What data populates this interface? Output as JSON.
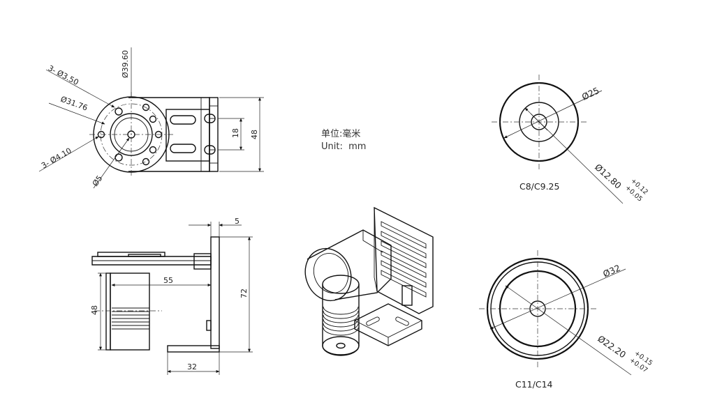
{
  "units_note": {
    "line1": "单位:毫米",
    "line2": "Unit:  mm"
  },
  "front_view": {
    "dims": {
      "hole_pattern_small": "3- Ø3.50",
      "outer_dia": "Ø39.60",
      "bolt_circle": "Ø31.76",
      "hole_pattern_large": "3- Ø4.10",
      "center_hole": "Ø5",
      "slot_spacing": "18",
      "bracket_height": "48"
    }
  },
  "side_view": {
    "dims": {
      "plate_thickness": "5",
      "length": "55",
      "coupler_height": "48",
      "plate_height": "72",
      "base_width": "32"
    }
  },
  "section_c8": {
    "outer": "Ø25",
    "bore": "Ø12.80",
    "tol_upper": "+0.12",
    "tol_lower": "+0.05",
    "caption": "C8/C9.25"
  },
  "section_c11": {
    "outer": "Ø32",
    "bore": "Ø22.20",
    "tol_upper": "+0.15",
    "tol_lower": "+0.07",
    "caption": "C11/C14"
  }
}
